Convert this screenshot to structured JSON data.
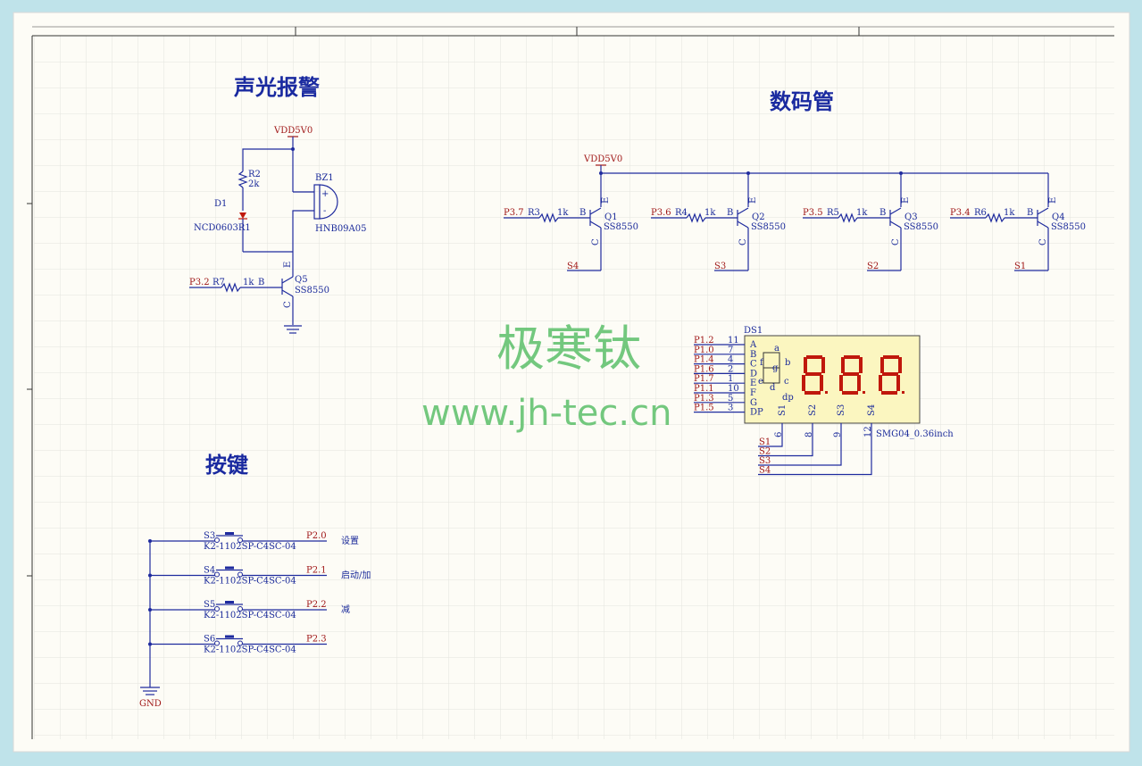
{
  "titles": {
    "alarm": "声光报警",
    "display": "数码管",
    "keys": "按键"
  },
  "watermark": {
    "cn": "极寒钛",
    "url": "www.jh-tec.cn"
  },
  "alarm": {
    "vdd": "VDD5V0",
    "r2_ref": "R2",
    "r2_val": "2k",
    "d1_ref": "D1",
    "d1_part": "NCD0603R1",
    "bz_ref": "BZ1",
    "bz_part": "HNB09A05",
    "bz_plus": "+",
    "bz_minus": "-",
    "in_net": "P3.2",
    "r7_ref": "R7",
    "r7_val": "1k",
    "q_ref": "Q5",
    "q_part": "SS8550",
    "pin_b": "B",
    "pin_e": "E",
    "pin_c": "C"
  },
  "display": {
    "vdd": "VDD5V0",
    "drivers": [
      {
        "in_net": "P3.7",
        "r_ref": "R3",
        "r_val": "1k",
        "b": "B",
        "e": "E",
        "c": "C",
        "q_ref": "Q1",
        "q_part": "SS8550",
        "out_net": "S4"
      },
      {
        "in_net": "P3.6",
        "r_ref": "R4",
        "r_val": "1k",
        "b": "B",
        "e": "E",
        "c": "C",
        "q_ref": "Q2",
        "q_part": "SS8550",
        "out_net": "S3"
      },
      {
        "in_net": "P3.5",
        "r_ref": "R5",
        "r_val": "1k",
        "b": "B",
        "e": "E",
        "c": "C",
        "q_ref": "Q3",
        "q_part": "SS8550",
        "out_net": "S2"
      },
      {
        "in_net": "P3.4",
        "r_ref": "R6",
        "r_val": "1k",
        "b": "B",
        "e": "E",
        "c": "C",
        "q_ref": "Q4",
        "q_part": "SS8550",
        "out_net": "S1"
      }
    ],
    "ds_ref": "DS1",
    "ds_part": "SMG04_0.36inch",
    "seg_pins": [
      {
        "net": "P1.2",
        "num": "11",
        "seg": "A"
      },
      {
        "net": "P1.0",
        "num": "7",
        "seg": "B"
      },
      {
        "net": "P1.4",
        "num": "4",
        "seg": "C"
      },
      {
        "net": "P1.6",
        "num": "2",
        "seg": "D"
      },
      {
        "net": "P1.7",
        "num": "1",
        "seg": "E"
      },
      {
        "net": "P1.1",
        "num": "10",
        "seg": "F"
      },
      {
        "net": "P1.3",
        "num": "5",
        "seg": "G"
      },
      {
        "net": "P1.5",
        "num": "3",
        "seg": "DP"
      }
    ],
    "seg_small": [
      "a",
      "b",
      "c",
      "d",
      "e",
      "f",
      "g",
      "dp"
    ],
    "digit_pins": [
      {
        "label": "S1",
        "num": "6",
        "net": "S1"
      },
      {
        "label": "S2",
        "num": "8",
        "net": "S2"
      },
      {
        "label": "S3",
        "num": "9",
        "net": "S3"
      },
      {
        "label": "S4",
        "num": "12",
        "net": "S4"
      }
    ]
  },
  "keys": {
    "gnd": "GND",
    "buttons": [
      {
        "ref": "S3",
        "part": "K2-1102SP-C4SC-04",
        "net": "P2.0",
        "fn": "设置"
      },
      {
        "ref": "S4",
        "part": "K2-1102SP-C4SC-04",
        "net": "P2.1",
        "fn": "启动/加"
      },
      {
        "ref": "S5",
        "part": "K2-1102SP-C4SC-04",
        "net": "P2.2",
        "fn": "减"
      },
      {
        "ref": "S6",
        "part": "K2-1102SP-C4SC-04",
        "net": "P2.3",
        "fn": ""
      }
    ]
  },
  "colors": {
    "wire": "#1f2b9e",
    "net_label": "#a01818",
    "sheet": "#fdfcf6",
    "grid": "#e6e6e0",
    "display_body": "#fbf6c0",
    "watermark": "#5cc06a"
  }
}
